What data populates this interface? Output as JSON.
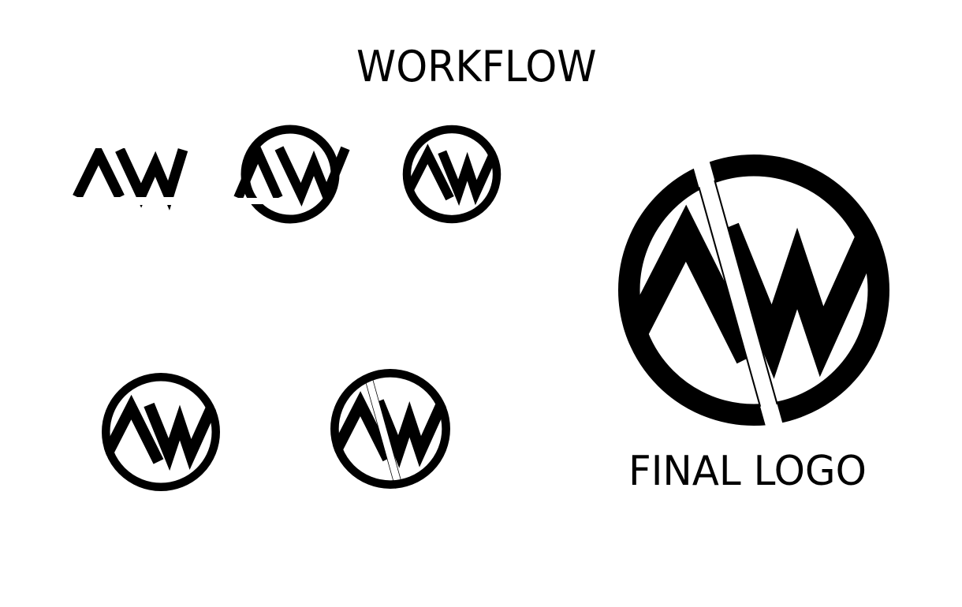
{
  "page": {
    "title": "WORKFLOW",
    "final_label": "FINAL LOGO",
    "colors": {
      "ink": "#000000",
      "background": "#ffffff"
    }
  },
  "logos": [
    {
      "id": "step-1",
      "description": "AW letterforms without circle",
      "letters": "AW"
    },
    {
      "id": "step-2",
      "description": "AW overlapping circle outline",
      "letters": "AW"
    },
    {
      "id": "step-3",
      "description": "AW clipped inside circle",
      "letters": "AW"
    },
    {
      "id": "step-4",
      "description": "AW merged with circle ring",
      "letters": "AW"
    },
    {
      "id": "step-5",
      "description": "AW in circle with diagonal slash guide lines",
      "letters": "AW"
    },
    {
      "id": "final",
      "description": "Final AW logo with diagonal slash cut",
      "letters": "AW"
    }
  ]
}
